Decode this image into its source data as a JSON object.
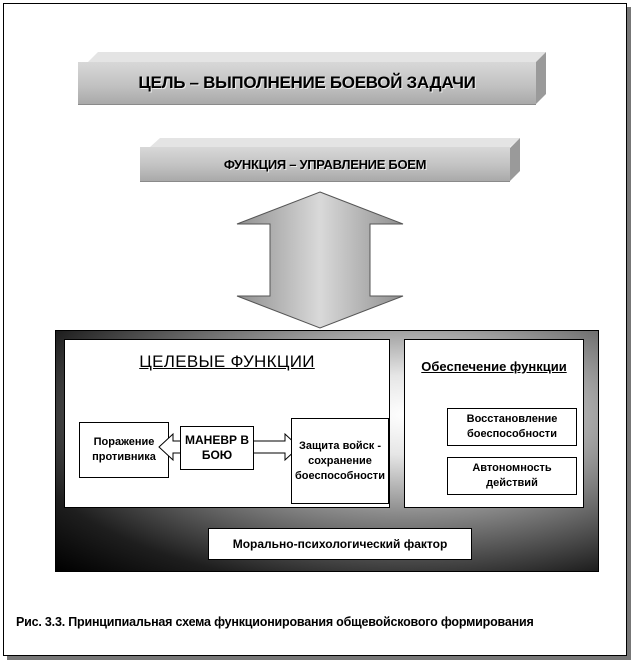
{
  "goal": {
    "text": "ЦЕЛЬ – ВЫПОЛНЕНИЕ БОЕВОЙ ЗАДАЧИ"
  },
  "function": {
    "text": "ФУНКЦИЯ – УПРАВЛЕНИЕ БОЕМ"
  },
  "target_functions": {
    "title": "ЦЕЛЕВЫЕ ФУНКЦИИ",
    "defeat": "Поражение противника",
    "maneuver": "МАНЕВР В БОЮ",
    "protection": "Защита войск - сохранение боеспособности"
  },
  "support": {
    "title": "Обеспечение функции",
    "restore": "Восстановление боеспособности",
    "autonomy": "Автономность действий"
  },
  "moral_factor": "Морально-психологический фактор",
  "caption": "Рис. 3.3. Принципиальная схема функционирования общевойскового формирования",
  "colors": {
    "panel_dark": "#000000",
    "bar_gray": "#c2c2c2",
    "arrow_gray": "#b0b0b0"
  }
}
